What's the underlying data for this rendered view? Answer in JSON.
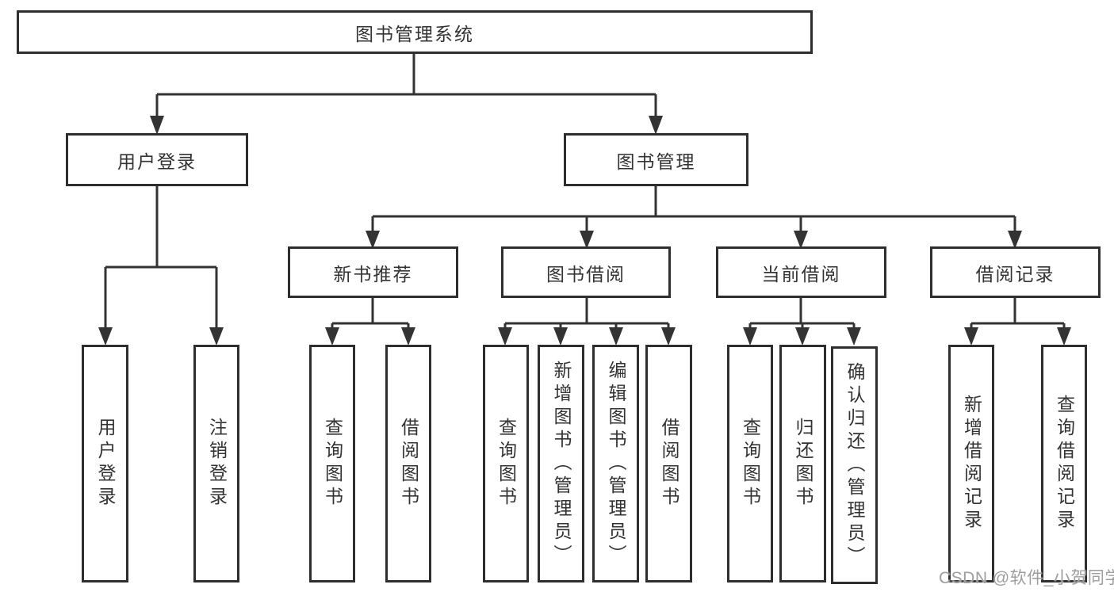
{
  "diagram": {
    "title": {
      "label": "图书管理系统"
    },
    "level2": [
      {
        "label": "用户登录"
      },
      {
        "label": "图书管理"
      }
    ],
    "level3": [
      {
        "label": "新书推荐"
      },
      {
        "label": "图书借阅"
      },
      {
        "label": "当前借阅"
      },
      {
        "label": "借阅记录"
      }
    ],
    "leaves": [
      {
        "label": "用户登录"
      },
      {
        "label": "注销登录"
      },
      {
        "label": "查询图书"
      },
      {
        "label": "借阅图书"
      },
      {
        "label": "查询图书"
      },
      {
        "label": "新增图书（管理员）"
      },
      {
        "label": "编辑图书（管理员）"
      },
      {
        "label": "借阅图书"
      },
      {
        "label": "查询图书"
      },
      {
        "label": "归还图书"
      },
      {
        "label": "确认归还（管理员）"
      },
      {
        "label": "新增借阅记录"
      },
      {
        "label": "查询借阅记录"
      }
    ],
    "watermark": "CSDN @软件_小贺同学",
    "colors": {
      "line": "#333333",
      "box_border": "#2e2e2e",
      "text": "#333333",
      "background": "#ffffff",
      "watermark": "#9e9e9e"
    }
  }
}
